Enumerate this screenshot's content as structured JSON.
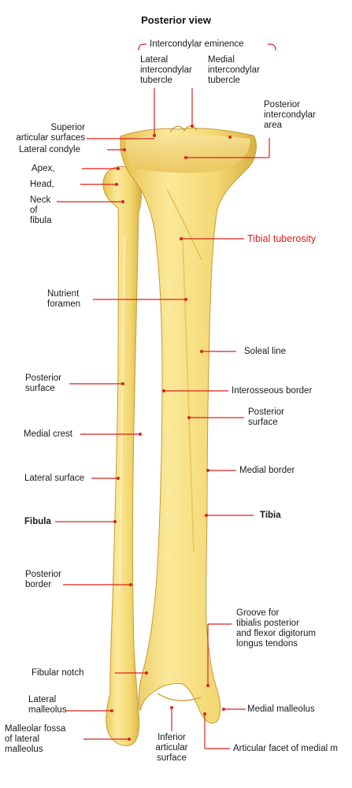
{
  "title": "Posterior view",
  "colors": {
    "leader": "#d8231f",
    "bone_fill": "#f4dc7a",
    "bone_shade": "#d9b445",
    "bone_light": "#fbefb4",
    "highlight": "#e0201c"
  },
  "labels": {
    "intercondylar_eminence": "Intercondylar eminence",
    "lateral_intercondylar_tubercle": "Lateral\nintercondylar\ntubercle",
    "medial_intercondylar_tubercle": "Medial\nintercondylar\ntubercle",
    "posterior_intercondylar_area": "Posterior\nintercondylar\narea",
    "superior_articular_surfaces": "Superior\narticular surfaces",
    "lateral_condyle": "Lateral condyle",
    "apex": "Apex,",
    "head": "Head,",
    "neck_of_fibula": "Neck\nof\nfibula",
    "tibial_tuberosity": "Tibial tuberosity",
    "nutrient_foramen": "Nutrient\nforamen",
    "soleal_line": "Soleal line",
    "posterior_surface_fibula": "Posterior\nsurface",
    "interosseous_border": "Interosseous border",
    "posterior_surface_tibia": "Posterior\nsurface",
    "medial_crest": "Medial crest",
    "medial_border": "Medial border",
    "lateral_surface": "Lateral surface",
    "fibula": "Fibula",
    "tibia": "Tibia",
    "posterior_border": "Posterior\nborder",
    "groove": "Groove for\ntibialis posterior\nand flexor digitorum\nlongus tendons",
    "fibular_notch": "Fibular notch",
    "lateral_malleolus": "Lateral\nmalleolus",
    "medial_malleolus": "Medial malleolus",
    "malleolar_fossa": "Malleolar fossa\nof lateral\nmalleolus",
    "inferior_articular_surface": "Inferior\narticular\nsurface",
    "articular_facet": "Articular facet of medial m"
  }
}
